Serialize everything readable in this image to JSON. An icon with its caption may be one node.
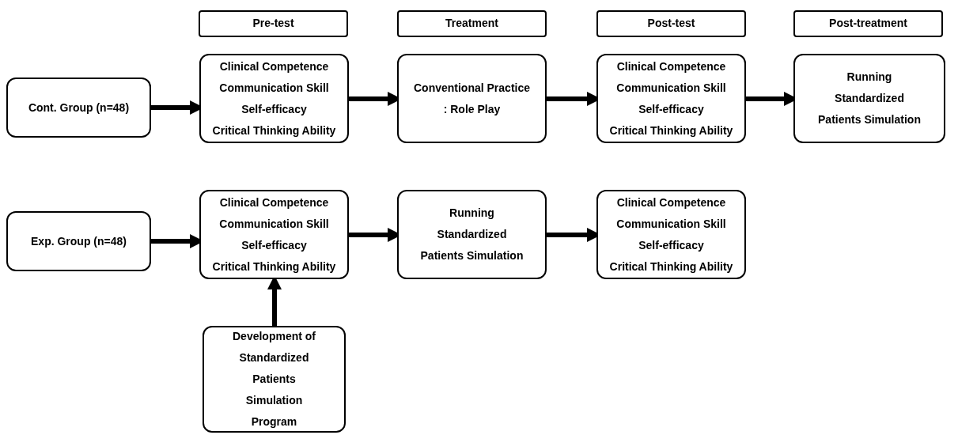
{
  "diagram": {
    "nodes": [
      {
        "text": [
          "Pre-test"
        ]
      },
      {
        "text": [
          "Treatment"
        ]
      },
      {
        "text": [
          "Post-test"
        ]
      },
      {
        "text": [
          "Post-treatment"
        ]
      },
      {
        "text": [
          "Cont. Group (n=48)"
        ]
      },
      {
        "text": [
          "Clinical Competence",
          "Communication Skill",
          "Self-efficacy",
          "Critical Thinking Ability"
        ]
      },
      {
        "text": [
          "Conventional Practice",
          ": Role Play"
        ]
      },
      {
        "text": [
          "Clinical Competence",
          "Communication Skill",
          "Self-efficacy",
          "Critical Thinking Ability"
        ]
      },
      {
        "text": [
          "Running Standardized Patients Simulation"
        ]
      },
      {
        "text": [
          "Exp. Group (n=48)"
        ]
      },
      {
        "text": [
          "Clinical Competence",
          "Communication Skill",
          "Self-efficacy",
          "Critical Thinking Ability"
        ]
      },
      {
        "text": [
          "Running Standardized Patients Simulation"
        ]
      },
      {
        "text": [
          "Clinical Competence",
          "Communication Skill",
          "Self-efficacy",
          "Critical Thinking Ability"
        ]
      },
      {
        "text": [
          "Development of Standardized Patients Simulation Program"
        ]
      }
    ],
    "edges": [
      {
        "from": 4,
        "to": 5,
        "arrow": "to"
      },
      {
        "from": 5,
        "to": 6,
        "arrow": "to"
      },
      {
        "from": 6,
        "to": 7,
        "arrow": "to"
      },
      {
        "from": 7,
        "to": 8,
        "arrow": "to"
      },
      {
        "from": 9,
        "to": 10,
        "arrow": "to"
      },
      {
        "from": 10,
        "to": 11,
        "arrow": "to"
      },
      {
        "from": 11,
        "to": 12,
        "arrow": "to"
      },
      {
        "from": 13,
        "to": 10,
        "arrow": "to"
      }
    ]
  }
}
